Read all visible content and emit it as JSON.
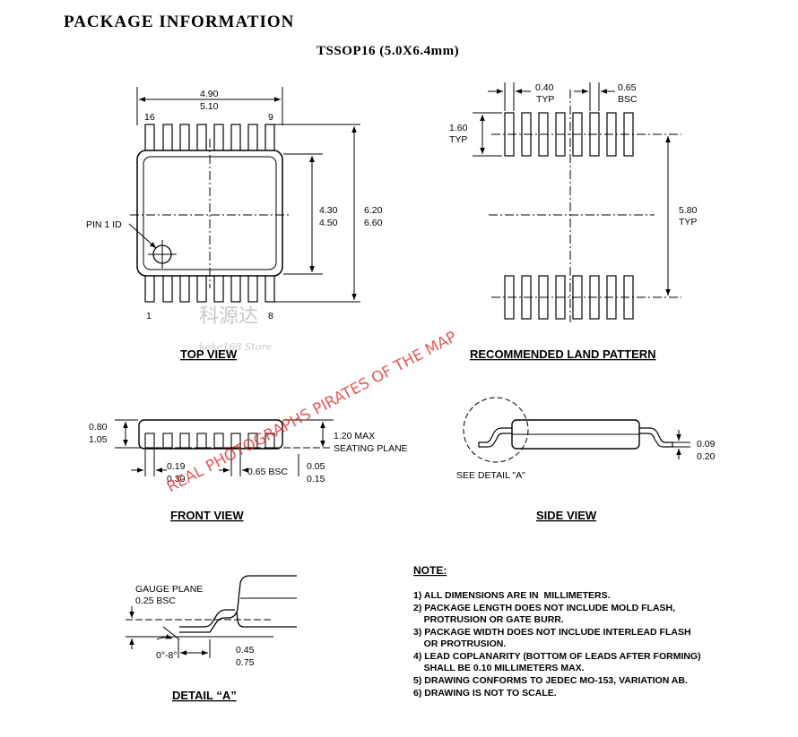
{
  "header": {
    "title": "PACKAGE INFORMATION",
    "subtitle": "TSSOP16 (5.0X6.4mm)"
  },
  "top_view": {
    "title": "TOP VIEW",
    "len_min": "4.90",
    "len_max": "5.10",
    "pin16": "16",
    "pin9": "9",
    "pin1": "1",
    "pin8": "8",
    "pin1_id": "PIN 1 ID",
    "body_w_min": "4.30",
    "body_w_max": "4.50",
    "total_w_min": "6.20",
    "total_w_max": "6.60"
  },
  "land_pattern": {
    "title": "RECOMMENDED LAND PATTERN",
    "pad_w": "0.40",
    "pad_w_typ": "TYP",
    "pitch": "0.65",
    "pitch_bsc": "BSC",
    "pad_len": "1.60",
    "pad_len_typ": "TYP",
    "span": "5.80",
    "span_typ": "TYP"
  },
  "front_view": {
    "title": "FRONT VIEW",
    "h_min": "0.80",
    "h_max": "1.05",
    "max_h": "1.20 MAX",
    "seating": "SEATING PLANE",
    "lead_w_min": "0.19",
    "lead_w_max": "0.30",
    "pitch": "0.65 BSC",
    "standoff_min": "0.05",
    "standoff_max": "0.15"
  },
  "side_view": {
    "title": "SIDE VIEW",
    "see_detail": "SEE DETAIL \"A\"",
    "lead_t_min": "0.09",
    "lead_t_max": "0.20"
  },
  "detail_a": {
    "title": "DETAIL “A”",
    "gauge": "GAUGE PLANE",
    "gauge_bsc": "0.25 BSC",
    "angle": "0°-8°",
    "foot_min": "0.45",
    "foot_max": "0.75"
  },
  "notes": {
    "title": "NOTE:",
    "items": [
      "1) ALL DIMENSIONS ARE IN  MILLIMETERS.",
      "2) PACKAGE LENGTH DOES NOT INCLUDE MOLD FLASH,",
      "    PROTRUSION OR GATE BURR.",
      "3) PACKAGE WIDTH DOES NOT INCLUDE INTERLEAD FLASH",
      "    OR PROTRUSION.",
      "4) LEAD COPLANARITY (BOTTOM OF LEADS AFTER FORMING)",
      "    SHALL BE 0.10 MILLIMETERS MAX.",
      "5) DRAWING CONFORMS TO JEDEC MO-153, VARIATION AB.",
      "6) DRAWING IS NOT TO SCALE."
    ]
  },
  "watermarks": {
    "store_cn": "科源达",
    "store_en": "keke168 Store",
    "diagonal": "REAL PHOTOGRAPHS PIRATES OF THE MAP"
  }
}
